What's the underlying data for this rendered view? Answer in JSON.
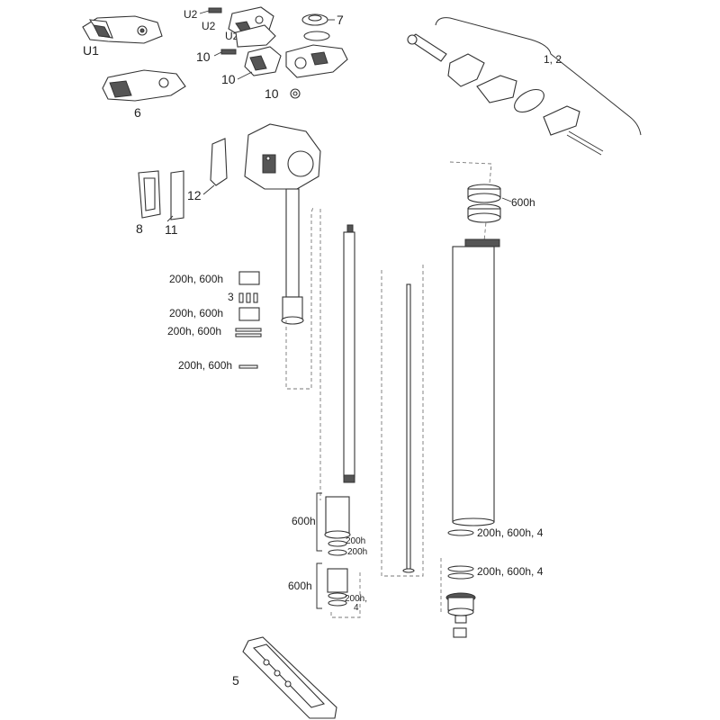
{
  "labels": {
    "u1": "U1",
    "u2_a": "U2",
    "u2_b": "U2",
    "u2_c": "U2",
    "n7": "7",
    "n10_a": "10",
    "n10_b": "10",
    "n10_c": "10",
    "n6": "6",
    "n12": "12",
    "n8": "8",
    "n11": "11",
    "n1_2": "1, 2",
    "n600h_top": "600h",
    "n200h600h_a": "200h, 600h",
    "n3": "3",
    "n200h600h_b": "200h, 600h",
    "n200h600h_c": "200h, 600h",
    "n200h600h_d": "200h, 600h",
    "n600h_mid": "600h",
    "n200h_a": "200h",
    "n200h_b": "200h",
    "n200h600h4_a": "200h, 600h, 4",
    "n200h600h4_b": "200h, 600h, 4",
    "n600h_low": "600h",
    "n200h_c": "200h,",
    "n4": "4",
    "n5": "5"
  }
}
